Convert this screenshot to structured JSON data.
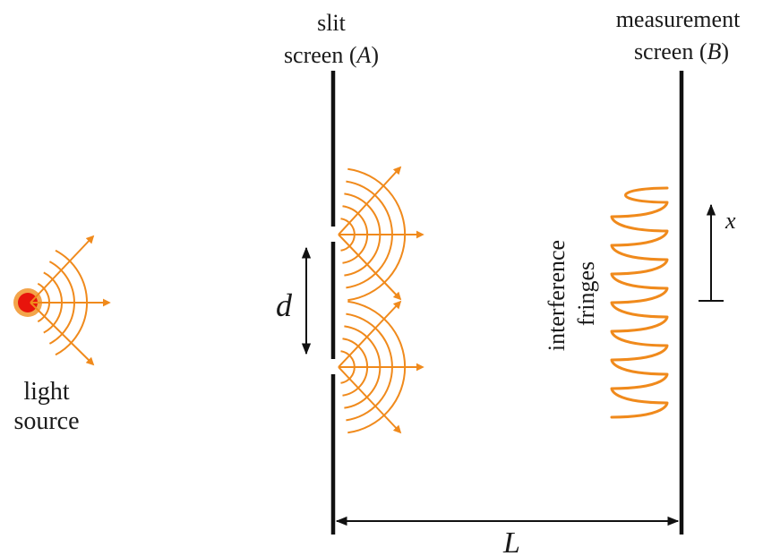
{
  "labels": {
    "slit_screen_line1": "slit",
    "slit_screen_line2_prefix": "screen (",
    "slit_screen_symbol": "A",
    "slit_screen_line2_suffix": ")",
    "measurement_line1": "measurement",
    "measurement_line2_prefix": "screen (",
    "measurement_symbol": "B",
    "measurement_line2_suffix": ")",
    "light_source_line1": "light",
    "light_source_line2": "source",
    "fringes_line1": "interference",
    "fringes_line2": "fringes",
    "slit_separation": "d",
    "screen_distance": "L",
    "position_axis": "x"
  },
  "colors": {
    "wave": "#f08a1c",
    "source_core": "#e8140c",
    "source_glow": "#f3a44a",
    "line": "#111111"
  },
  "icons": {
    "source": "light-source-dot",
    "arrows": "arrowhead"
  }
}
